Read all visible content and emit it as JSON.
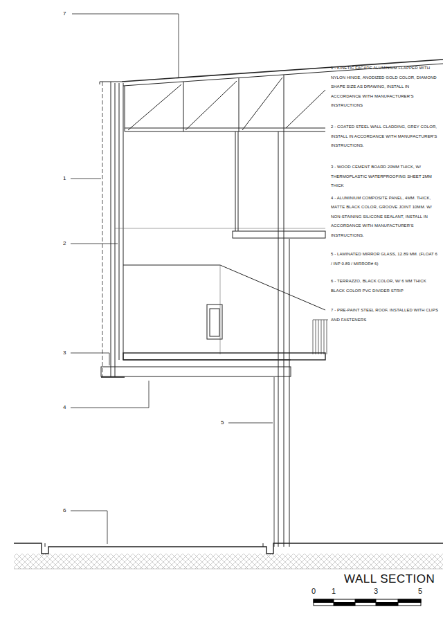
{
  "diagram": {
    "title": "WALL SECTION",
    "labels": [
      "7",
      "1",
      "2",
      "3",
      "4",
      "5",
      "6",
      "1 - KINETIC FACADE ALUMINIUM FLAPPER WITH NYLON HINGE, ANODIZED GOLD COLOR, DIAMOND SHAPE SIZE AS DRAWING, INSTALL IN ACCORDANCE WITH MANUFACTURER'S INSTRUCTIONS",
      "2 - COATED STEEL WALL CLADDING, GREY COLOR, INSTALL IN ACCORDANCE WITH MANUFACTURER'S INSTRUCTIONS.",
      "3 - WOOD CEMENT BOARD 20MM THICK, W/ THERMOPLASTIC WATERPROOFING SHEET 2MM THICK",
      "4 - ALUMINIUM COMPOSITE PANEL, 4MM. THICK, MATTE BLACK COLOR, GROOVE JOINT 10MM. W/ NON-STAINING SILICONE SEALANT, INSTALL IN ACCORDANCE WITH MANUFACTURER'S INSTRUCTIONS.",
      "5 - LAMINATED MIRROR GLASS, 12.89 MM. (FLOAT 6 / INP 0.89 / MIRROR# 6)",
      "6 - TERRAZZO, BLACK COLOR, W/ 6 MM THICK BLACK COLOR PVC DIVIDER STRIP",
      "7 - PRE-PAINT STEEL ROOF, INSTALLED WITH CLIPS AND FASTENERS",
      "0",
      "1",
      "3",
      "5"
    ]
  }
}
